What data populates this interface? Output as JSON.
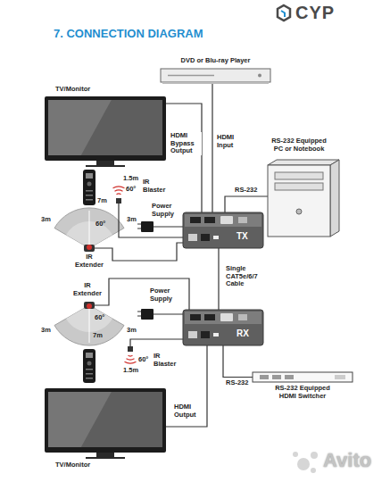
{
  "diagram": {
    "title": "7. CONNECTION DIAGRAM",
    "nodes": [
      {
        "text": [
          "DVD or Blu-ray Player"
        ]
      },
      {
        "text": [
          "TV/Monitor"
        ]
      },
      {
        "text": [
          "RS-232 Equipped PC or Notebook"
        ]
      },
      {
        "text": [
          "TX"
        ]
      },
      {
        "text": [
          "RX"
        ]
      },
      {
        "text": [
          "RS-232 Equipped HDMI Switcher"
        ]
      },
      {
        "text": [
          "TV/Monitor"
        ]
      }
    ],
    "edges": [
      {
        "from": 0,
        "to": 3,
        "label": "HDMI Input",
        "arrow": "none"
      },
      {
        "from": 3,
        "to": 1,
        "label": "HDMI Bypass Output",
        "arrow": "none"
      },
      {
        "from": 2,
        "to": 3,
        "label": "RS-232",
        "arrow": "none"
      },
      {
        "from": 3,
        "to": 4,
        "label": "Single CAT5e/6/7 Cable",
        "arrow": "none"
      },
      {
        "from": 4,
        "to": 6,
        "label": "HDMI Output",
        "arrow": "none"
      },
      {
        "from": 4,
        "to": 5,
        "label": "RS-232",
        "arrow": "none"
      }
    ],
    "labels": [
      "CYP",
      "1.5m",
      "IR Blaster",
      "60°",
      "7m",
      "3m",
      "3m",
      "60°",
      "IR Extender",
      "Power Supply",
      "IR Extender",
      "Power Supply",
      "60°",
      "3m",
      "7m",
      "3m",
      "60°",
      "IR Blaster",
      "1.5m",
      "Avito"
    ]
  }
}
